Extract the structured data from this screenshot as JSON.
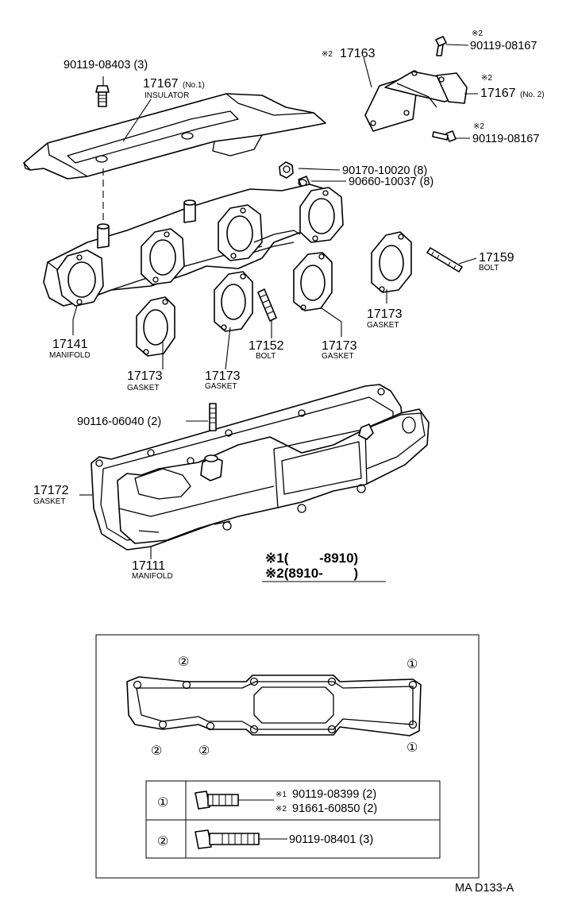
{
  "parts": {
    "p_90119_08403": "90119-08403 (3)",
    "p_17167_no1_num": "17167",
    "p_17167_no1_sub": "(No.1)",
    "p_17167_no1_name": "INSULATOR",
    "p_17163_mark": "※2",
    "p_17163": "17163",
    "p_90119_08167_a_mark": "※2",
    "p_90119_08167_a": "90119-08167",
    "p_17167_no2_mark": "※2",
    "p_17167_no2_num": "17167",
    "p_17167_no2_sub": "(No. 2)",
    "p_90119_08167_b_mark": "※2",
    "p_90119_08167_b": "90119-08167",
    "p_90170": "90170-10020 (8)",
    "p_90660": "90660-10037 (8)",
    "p_17159_num": "17159",
    "p_17159_name": "BOLT",
    "p_17141_num": "17141",
    "p_17141_name": "MANIFOLD",
    "p_17173_a_num": "17173",
    "p_17173_a_name": "GASKET",
    "p_17173_b_num": "17173",
    "p_17173_b_name": "GASKET",
    "p_17173_c_num": "17173",
    "p_17173_c_name": "GASKET",
    "p_17173_d_num": "17173",
    "p_17173_d_name": "GASKET",
    "p_17152_num": "17152",
    "p_17152_name": "BOLT",
    "p_90116": "90116-06040 (2)",
    "p_17172_num": "17172",
    "p_17172_name": "GASKET",
    "p_17111_num": "17111",
    "p_17111_name": "MANIFOLD"
  },
  "legend": {
    "line1": "※1(　　 -8910)",
    "line2": "※2(8910-　　 )"
  },
  "detail": {
    "callout_1": "①",
    "callout_2": "②",
    "row1_mark1": "※1",
    "row1_part1": "90119-08399 (2)",
    "row1_mark2": "※2",
    "row1_part2": "91661-60850 (2)",
    "row2_part": "90119-08401 (3)"
  },
  "footer": {
    "code": "MA D133-A"
  }
}
